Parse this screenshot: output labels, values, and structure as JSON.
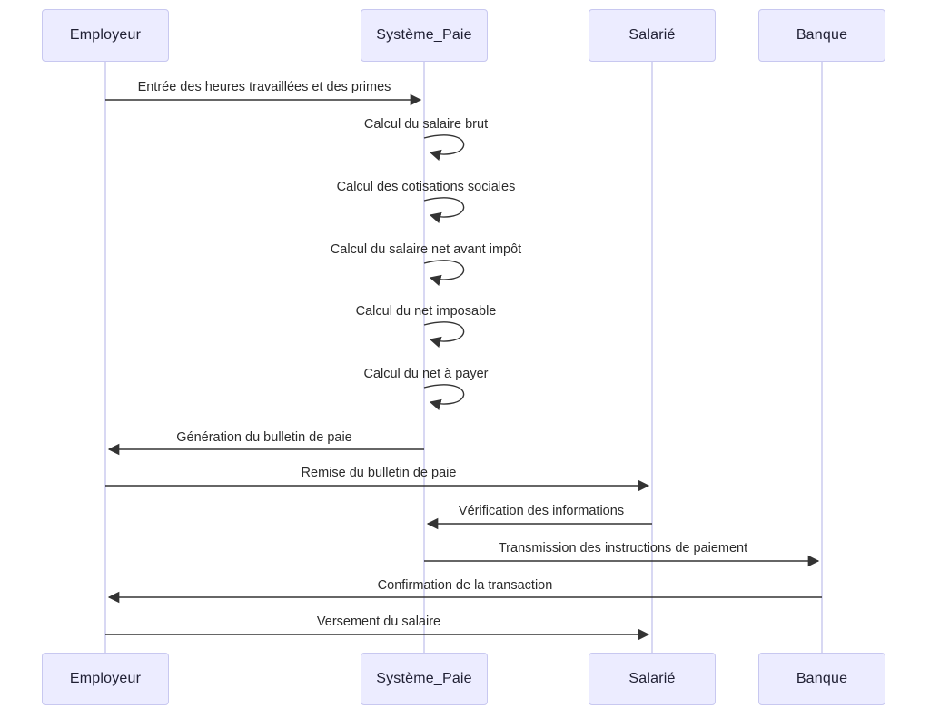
{
  "diagram": {
    "type": "sequence-diagram",
    "colors": {
      "actor_fill": "#ececff",
      "actor_border": "#c8c8f0",
      "lifeline": "#cbcbef",
      "message_line": "#333333",
      "text": "#2b2b2b"
    },
    "actors": [
      {
        "name": "Employeur"
      },
      {
        "name": "Système_Paie"
      },
      {
        "name": "Salarié"
      },
      {
        "name": "Banque"
      }
    ],
    "messages": [
      {
        "from": "Employeur",
        "to": "Système_Paie",
        "kind": "solid-arrow",
        "label": "Entrée des heures travaillées et des primes"
      },
      {
        "from": "Système_Paie",
        "to": "Système_Paie",
        "kind": "self-loop",
        "label": "Calcul du salaire brut"
      },
      {
        "from": "Système_Paie",
        "to": "Système_Paie",
        "kind": "self-loop",
        "label": "Calcul des cotisations sociales"
      },
      {
        "from": "Système_Paie",
        "to": "Système_Paie",
        "kind": "self-loop",
        "label": "Calcul du salaire net avant impôt"
      },
      {
        "from": "Système_Paie",
        "to": "Système_Paie",
        "kind": "self-loop",
        "label": "Calcul du net imposable"
      },
      {
        "from": "Système_Paie",
        "to": "Système_Paie",
        "kind": "self-loop",
        "label": "Calcul du net à payer"
      },
      {
        "from": "Système_Paie",
        "to": "Employeur",
        "kind": "solid-arrow",
        "label": "Génération du bulletin de paie"
      },
      {
        "from": "Employeur",
        "to": "Salarié",
        "kind": "solid-arrow",
        "label": "Remise du bulletin de paie"
      },
      {
        "from": "Salarié",
        "to": "Système_Paie",
        "kind": "solid-arrow",
        "label": "Vérification des informations"
      },
      {
        "from": "Système_Paie",
        "to": "Banque",
        "kind": "solid-arrow",
        "label": "Transmission des instructions de paiement"
      },
      {
        "from": "Banque",
        "to": "Employeur",
        "kind": "solid-arrow",
        "label": "Confirmation de la transaction"
      },
      {
        "from": "Employeur",
        "to": "Salarié",
        "kind": "solid-arrow",
        "label": "Versement du salaire"
      }
    ]
  }
}
